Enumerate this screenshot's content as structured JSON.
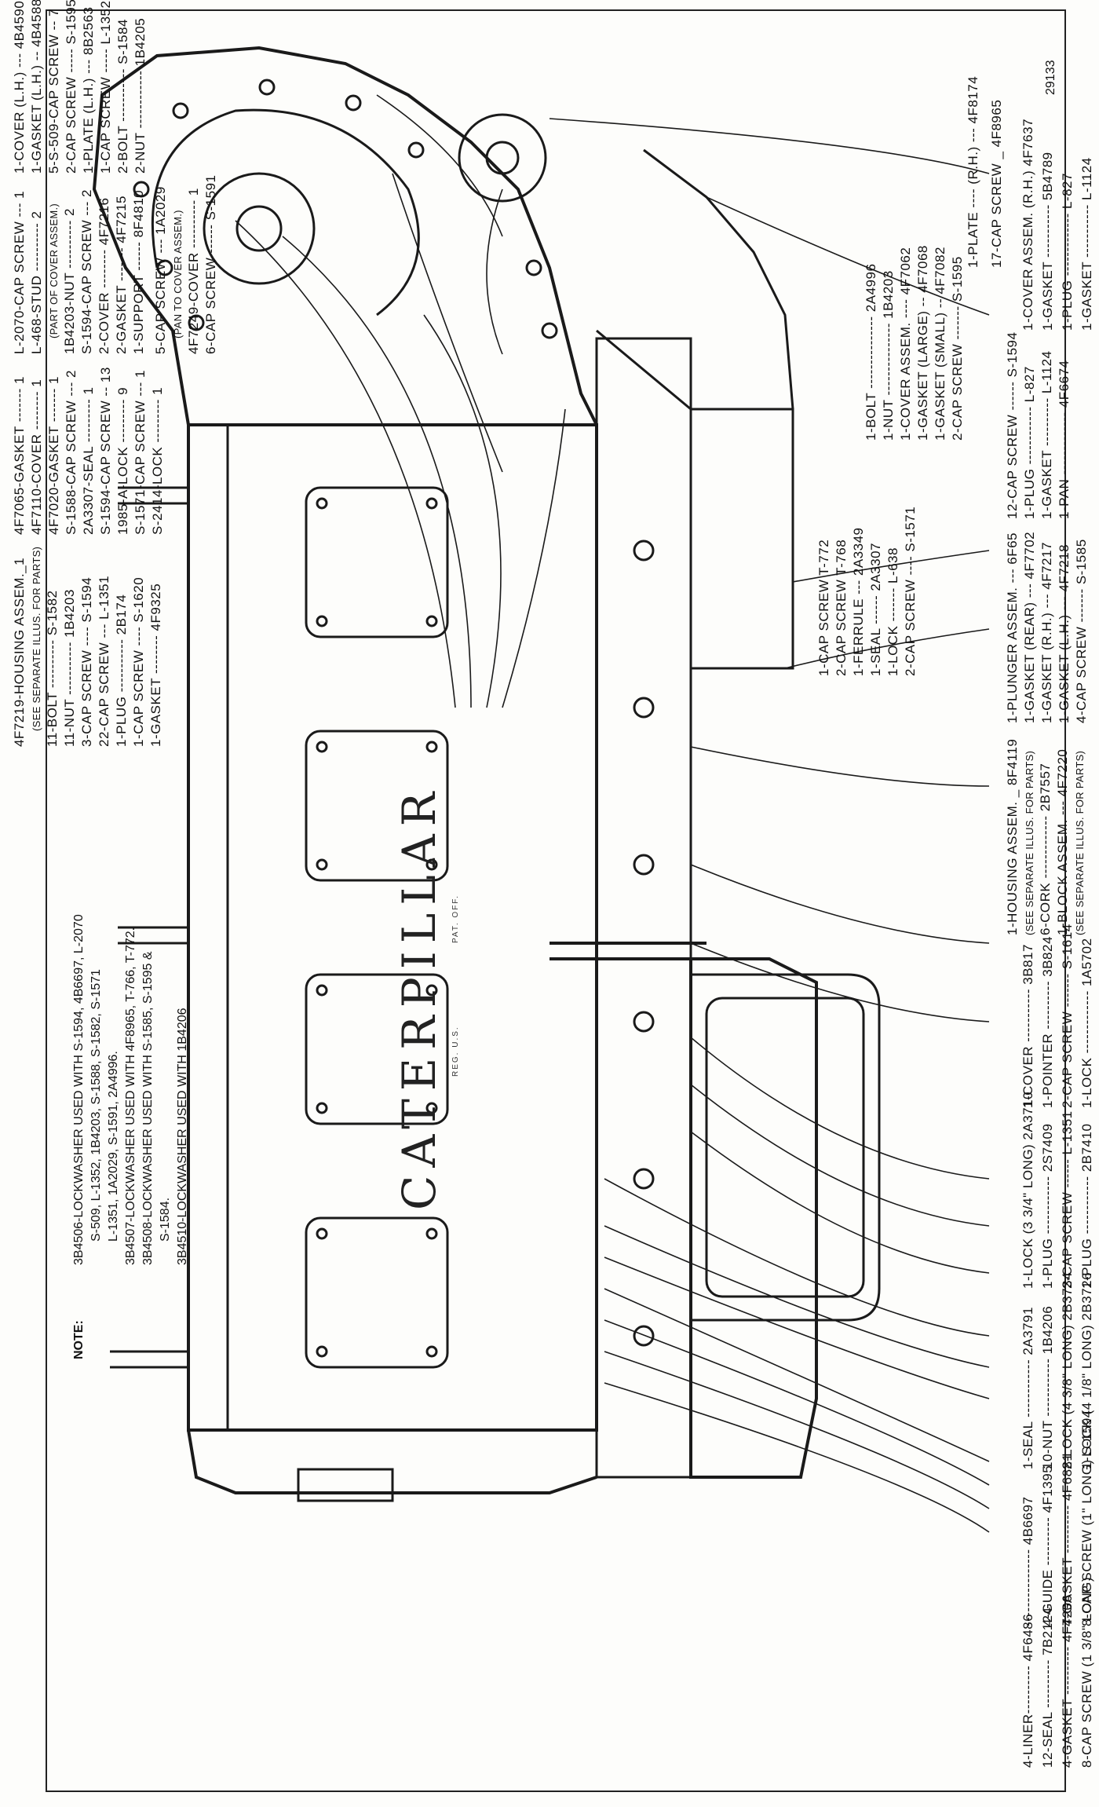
{
  "figure_number": "29133",
  "brand": "CATERPILLAR",
  "brand_reg": "REG. U.S.",
  "brand_pat": "PAT. OFF.",
  "notes": [
    "NOTE:",
    "3B4506-LOCKWASHER USED WITH S-1594, 4B6697, L-2070",
    "S-509, L-1352, 1B4203, S-1588, S-1582, S-1571",
    "L-1351, 1A2029, S-1591, 2A4996.",
    "3B4507-LOCKWASHER USED WITH 4F8965, T-766, T-772.",
    "3B4508-LOCKWASHER USED WITH S-1585, S-1595 &",
    "S-1584.",
    "3B4510-LOCKWASHER USED WITH 1B4206"
  ],
  "labels": {
    "left_a": [
      "4-LINER---------- 4F6486",
      "12-SEAL ---------- 7B2124",
      "4-GASKET ---------- 4F7206",
      "8-CAP SCREW (1 3/8\" LONG)",
      "---------------- 4B6697",
      "4-GUIDE ---------- 4F1395",
      "4-GASKET ---------- 4F6881",
      "8-CAP SCREW (1\" LONG) S-1594",
      "1-SEAL ------------ 2A3791",
      "10-NUT ------------ 1B4206",
      "2-LOCK (4 3/8\" LONG) 2B3734",
      "1-LOCK (4 1/8\" LONG) 2B3726",
      "1-LOCK (3 3/4\" LONG) 2A3710",
      "1-PLUG ------------ 2S7409"
    ],
    "left_b": [
      "2-CAP SCREW ------ L-1351",
      "1-PLUG ------------ 2B7410",
      "1-COVER ----------- 3B817"
    ],
    "left_c": [
      "1-POINTER ---------- 3B824",
      "2-CAP SCREW ------- S-1614",
      "1-LOCK ------------- 1A5702",
      "1-HOUSING ASSEM. _ 8F4119",
      "(SEE SEPARATE ILLUS. FOR PARTS)",
      "6-CORK ------------- 2B7557",
      "1-BLOCK ASSEM. --- 4F7220",
      "(SEE SEPARATE ILLUS. FOR PARTS)"
    ],
    "left_d": [
      "1-PLUNGER ASSEM. --- 6F65",
      "1-GASKET (REAR) --- 4F7702",
      "1-GASKET (R.H.) --- 4F7217",
      "1-GASKET (L.H.) --- 4F7218",
      "4-CAP SCREW ------- S-1585",
      "12-CAP SCREW ------ S-1594",
      "1-PLUG ------------ L-827",
      "1-GASKET ---------- L-1124",
      "1-PAN ------------- 4F6674"
    ],
    "left_e": [
      "1-COVER ASSEM. (R.H.) 4F7637",
      "1-GASKET ----------- 5B4789"
    ],
    "left_f": [
      "1-PLUG ------------- L-827",
      "1-GASKET ----------- L-1124"
    ],
    "mid_a": [
      "1-CAP SCREW T-772",
      "2-CAP SCREW T-768",
      "1-FERRULE --- 2A3349",
      "1-SEAL ------ 2A3307",
      "1-LOCK ------- L-638",
      "2-CAP SCREW ---- S-1571"
    ],
    "mid_b": [
      "1-BOLT --------------- 2A4996",
      "1-NUT --------------- 1B4203",
      "1-COVER ASSEM. ---- 4F7062",
      "1-GASKET (LARGE) -- 4F7068",
      "1-GASKET (SMALL) -- 4F7082",
      "2-CAP SCREW ------- S-1595"
    ],
    "mid_c": "1-PLATE ---- (R.H.) --- 4F8174",
    "mid_d": "17-CAP SCREW _ 4F8965",
    "top_a": [
      "4F7219-HOUSING ASSEM._1",
      "(SEE SEPARATE ILLUS. FOR PARTS)",
      "11-BOLT ---------- S-1582",
      "11-NUT ----------- 1B4203",
      "3-CAP SCREW ---- S-1594",
      "22-CAP SCREW --- L-1351",
      "1-PLUG ----------- 2B174",
      "1-CAP SCREW ---- S-1620",
      "1-GASKET -------- 4F9325"
    ],
    "top_b": [
      "4F7065-GASKET ------- 1",
      "4F7110-COVER -------- 1",
      "4F7020-GASKET ------- 1",
      "S-1588-CAP SCREW --- 2",
      "2A3307-SEAL --------- 1",
      "S-1594-CAP SCREW -- 13",
      "1985-A-LOCK --------- 9",
      "S-1571-CAP SCREW --- 1",
      "S-2414-LOCK --------- 1",
      "L-2070-CAP SCREW --- 1",
      "L-468-STUD ---------- 2",
      "(PART OF COVER ASSEM.)",
      "1B4203-NUT ---------- 2",
      "S-1594-CAP SCREW --- 2",
      "2-COVER -------- 4F7216",
      "2-GASKET ------- 4F7215",
      "1-SUPPORT ------ 8F4810"
    ],
    "top_c": [
      "5-CAP SCREW --- 1A2029",
      "(PAN TO COVER ASSEM.)",
      "4F7249-COVER ---------- 1",
      "6-CAP SCREW ------ S-1591"
    ],
    "top_d": [
      "1-COVER (L.H.) --- 4B4590",
      "1-GASKET (L.H.) -- 4B4588",
      "5-S-509-CAP SCREW -- 7",
      "2-CAP SCREW ----- S-1595",
      "1-PLATE (L.H.) --- 8B2563",
      "1-CAP SCREW ----- L-1352",
      "2-BOLT ----------- S-1584",
      "2-NUT ------------ 1B4205"
    ]
  }
}
